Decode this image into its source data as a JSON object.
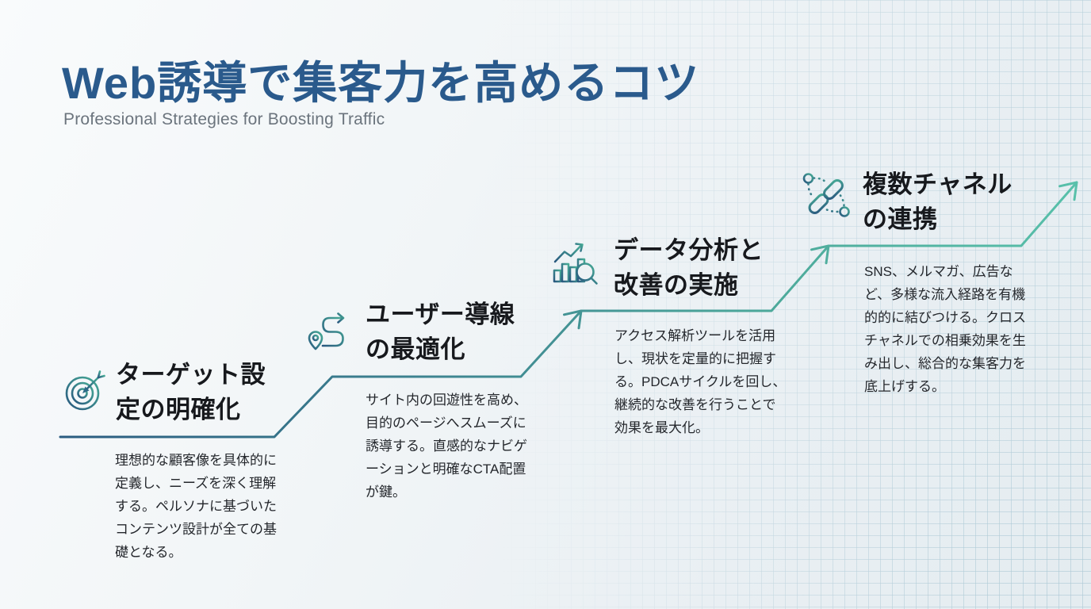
{
  "page": {
    "title": "Web誘導で集客力を高めるコツ",
    "subtitle": "Professional Strategies for Boosting Traffic"
  },
  "steps": [
    {
      "icon": "target-icon",
      "title_lines": [
        "ターゲット設",
        "定の明確化"
      ],
      "description": "理想的な顧客像を具体的に定義し、ニーズを深く理解する。ペルソナに基づいたコンテンツ設計が全ての基礎となる。"
    },
    {
      "icon": "route-icon",
      "title_lines": [
        "ユーザー導線",
        "の最適化"
      ],
      "description": "サイト内の回遊性を高め、目的のページへスムーズに誘導する。直感的なナビゲーションと明確なCTA配置が鍵。"
    },
    {
      "icon": "analytics-icon",
      "title_lines": [
        "データ分析と",
        "改善の実施"
      ],
      "description": "アクセス解析ツールを活用し、現状を定量的に把握する。PDCAサイクルを回し、継続的な改善を行うことで効果を最大化。"
    },
    {
      "icon": "link-icon",
      "title_lines": [
        "複数チャネル",
        "の連携"
      ],
      "description": "SNS、メルマガ、広告など、多様な流入経路を有機的的に結びつける。クロスチャネルでの相乗効果を生み出し、総合的な集客力を底上げする。"
    }
  ],
  "colors": {
    "title_blue": "#2a5a8c",
    "subtitle_gray": "#6b747d",
    "step_title_black": "#17191d",
    "body_text": "#24272c",
    "line_gradient_start": "#2a5c80",
    "line_gradient_end": "#58c0aa",
    "icon_gradient_start": "#29587f",
    "icon_gradient_end": "#47ab96",
    "background_tint": "#e9eff3"
  }
}
